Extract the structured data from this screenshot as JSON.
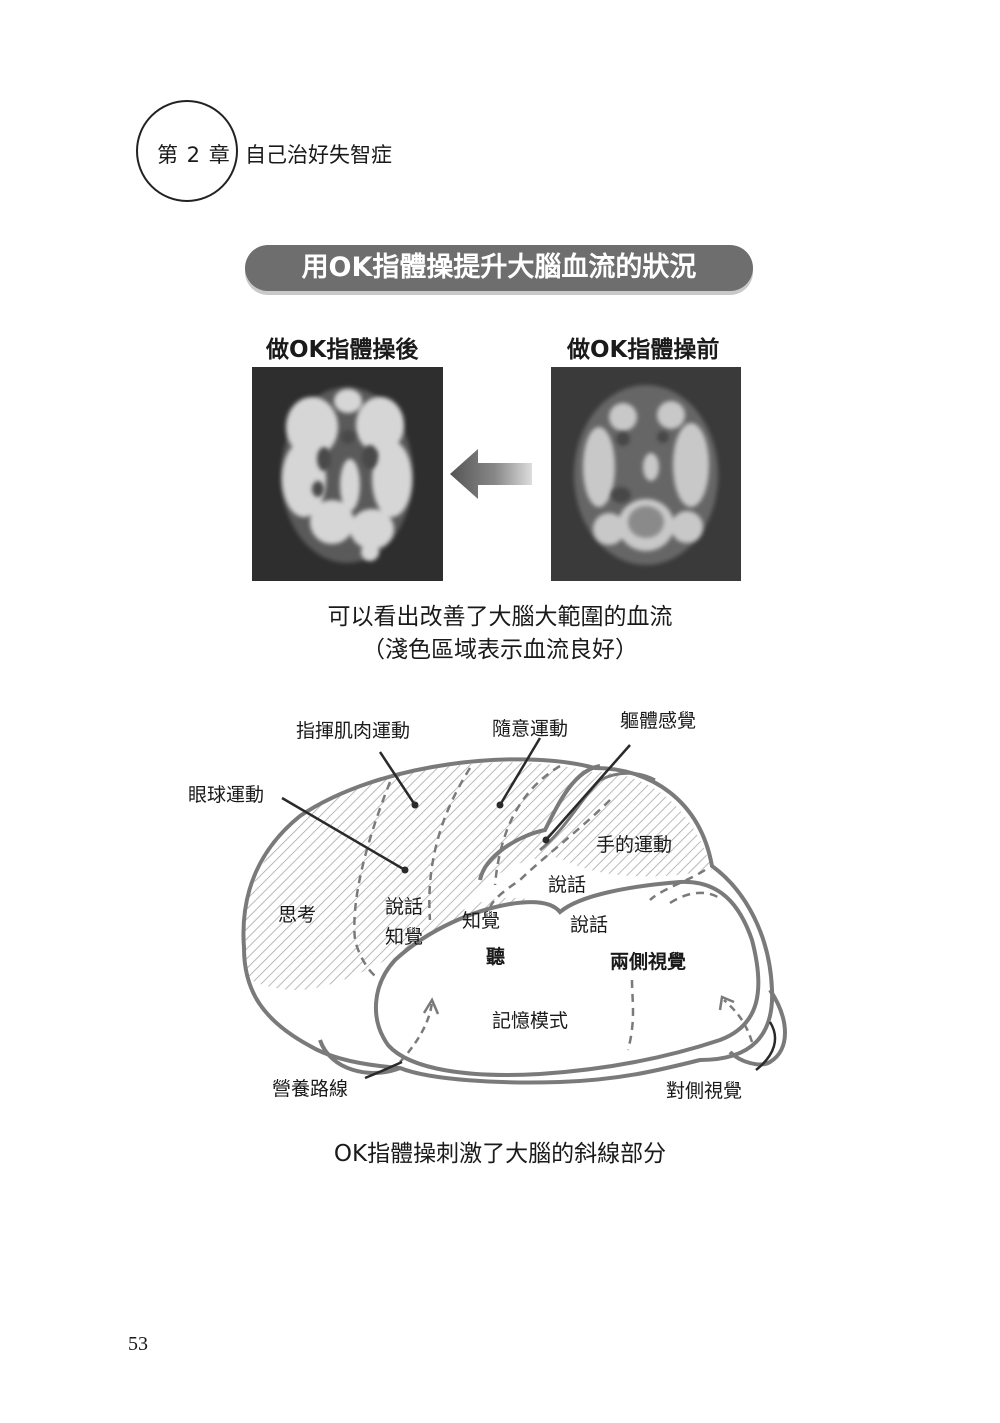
{
  "header": {
    "chapter_num": "第 2 章",
    "chapter_title": "自己治好失智症"
  },
  "banner": {
    "title": "用OK指體操提升大腦血流的狀況"
  },
  "scans": {
    "after_label": "做OK指體操後",
    "before_label": "做OK指體操前"
  },
  "caption1": {
    "line1": "可以看出改善了大腦大範圍的血流",
    "line2": "（淺色區域表示血流良好）"
  },
  "brain_labels": {
    "finger_muscle": "指揮肌肉運動",
    "voluntary": "隨意運動",
    "somatic": "軀體感覺",
    "eye_movement": "眼球運動",
    "hand_movement": "手的運動",
    "speech_top": "說話",
    "thinking": "思考",
    "speech_left": "說話",
    "perception_left": "知覺",
    "perception_mid": "知覺",
    "speech_right": "說話",
    "hearing": "聽",
    "bilateral_vision": "兩側視覺",
    "memory_pattern": "記憶模式",
    "nutrition_path": "營養路線",
    "contralateral_vision": "對側視覺"
  },
  "caption2": {
    "text": "OK指體操刺激了大腦的斜線部分"
  },
  "page": {
    "number": "53"
  }
}
